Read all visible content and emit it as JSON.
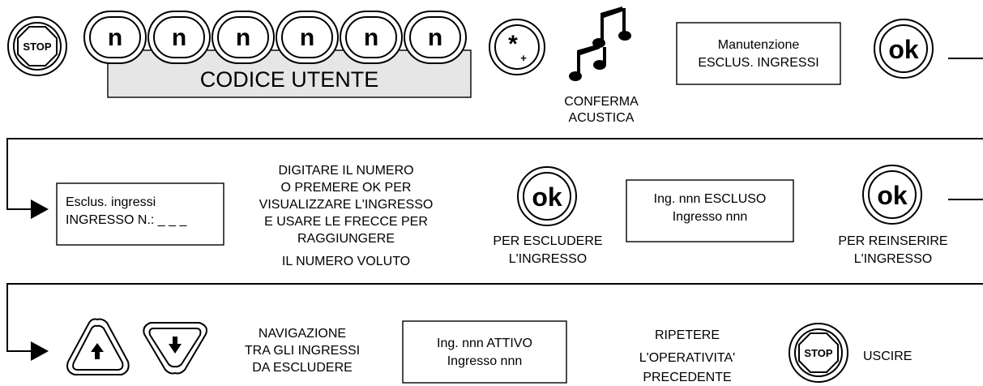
{
  "keys": {
    "stop": "STOP",
    "digit": "n",
    "star": "*",
    "star_sub": "+",
    "ok": "ok"
  },
  "row1": {
    "code_label": "CODICE UTENTE",
    "beep_line1": "CONFERMA",
    "beep_line2": "ACUSTICA",
    "display_line1": "Manutenzione",
    "display_line2": "ESCLUS. INGRESSI"
  },
  "row2": {
    "display_line1": "Esclus.  ingressi",
    "display_line2": "INGRESSO N.: _ _ _",
    "instruction": [
      "DIGITARE IL NUMERO",
      "O PREMERE OK PER",
      "VISUALIZZARE L'INGRESSO",
      "E USARE LE FRECCE PER",
      "RAGGIUNGERE",
      "IL NUMERO VOLUTO"
    ],
    "ok1_line1": "PER ESCLUDERE",
    "ok1_line2": "L'INGRESSO",
    "display2_line1": "Ing. nnn  ESCLUSO",
    "display2_line2": "Ingresso  nnn",
    "ok2_line1": "PER REINSERIRE",
    "ok2_line2": "L'INGRESSO"
  },
  "row3": {
    "nav_line1": "NAVIGAZIONE",
    "nav_line2": "TRA GLI INGRESSI",
    "nav_line3": "DA ESCLUDERE",
    "display_line1": "Ing. nnn  ATTIVO",
    "display_line2": "Ingresso  nnn",
    "repeat_line1": "RIPETERE",
    "repeat_line2": "L'OPERATIVITA'",
    "repeat_line3": "PRECEDENTE",
    "exit_label": "USCIRE"
  }
}
